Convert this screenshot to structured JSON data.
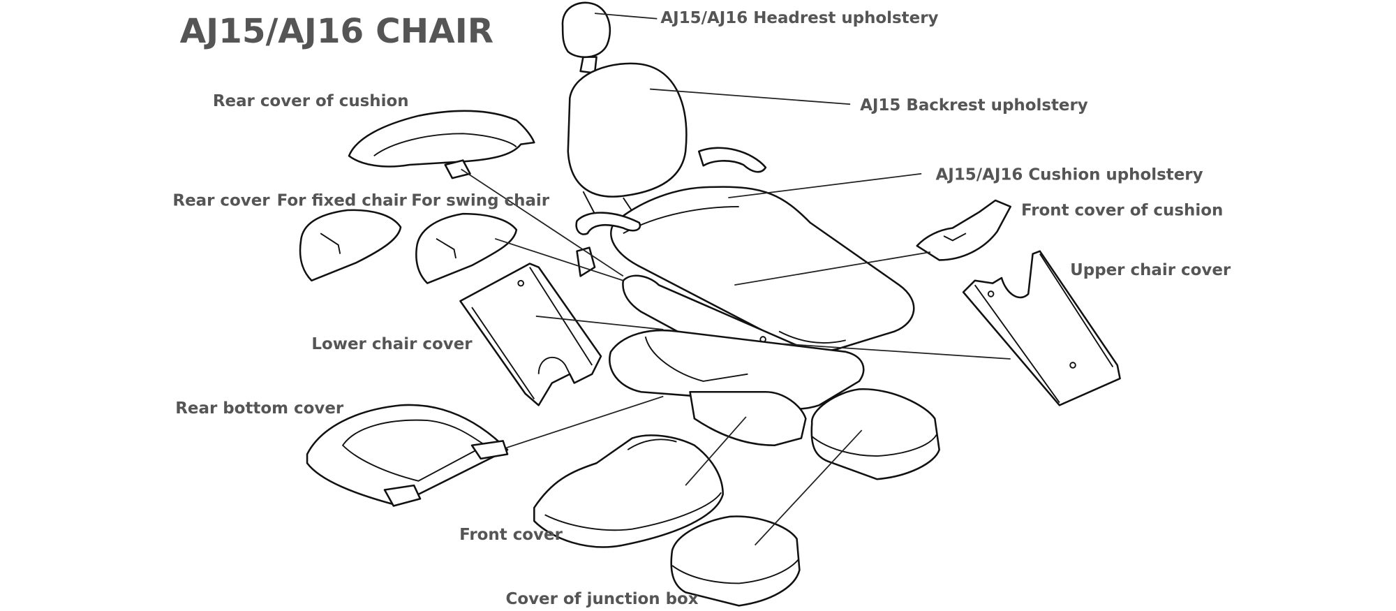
{
  "title": "AJ15/AJ16 CHAIR",
  "labels": {
    "headrest": "AJ15/AJ16 Headrest upholstery",
    "rear_cover_cushion": "Rear cover of cushion",
    "backrest": "AJ15 Backrest upholstery",
    "cushion": "AJ15/AJ16 Cushion upholstery",
    "rear_cover": "Rear cover",
    "fixed_chair": "For fixed chair",
    "swing_chair": "For swing chair",
    "front_cover_cushion": "Front cover of cushion",
    "upper_chair_cover": "Upper chair cover",
    "lower_chair_cover": "Lower chair cover",
    "rear_bottom_cover": "Rear bottom cover",
    "front_cover": "Front cover",
    "junction_box": "Cover of junction box"
  }
}
